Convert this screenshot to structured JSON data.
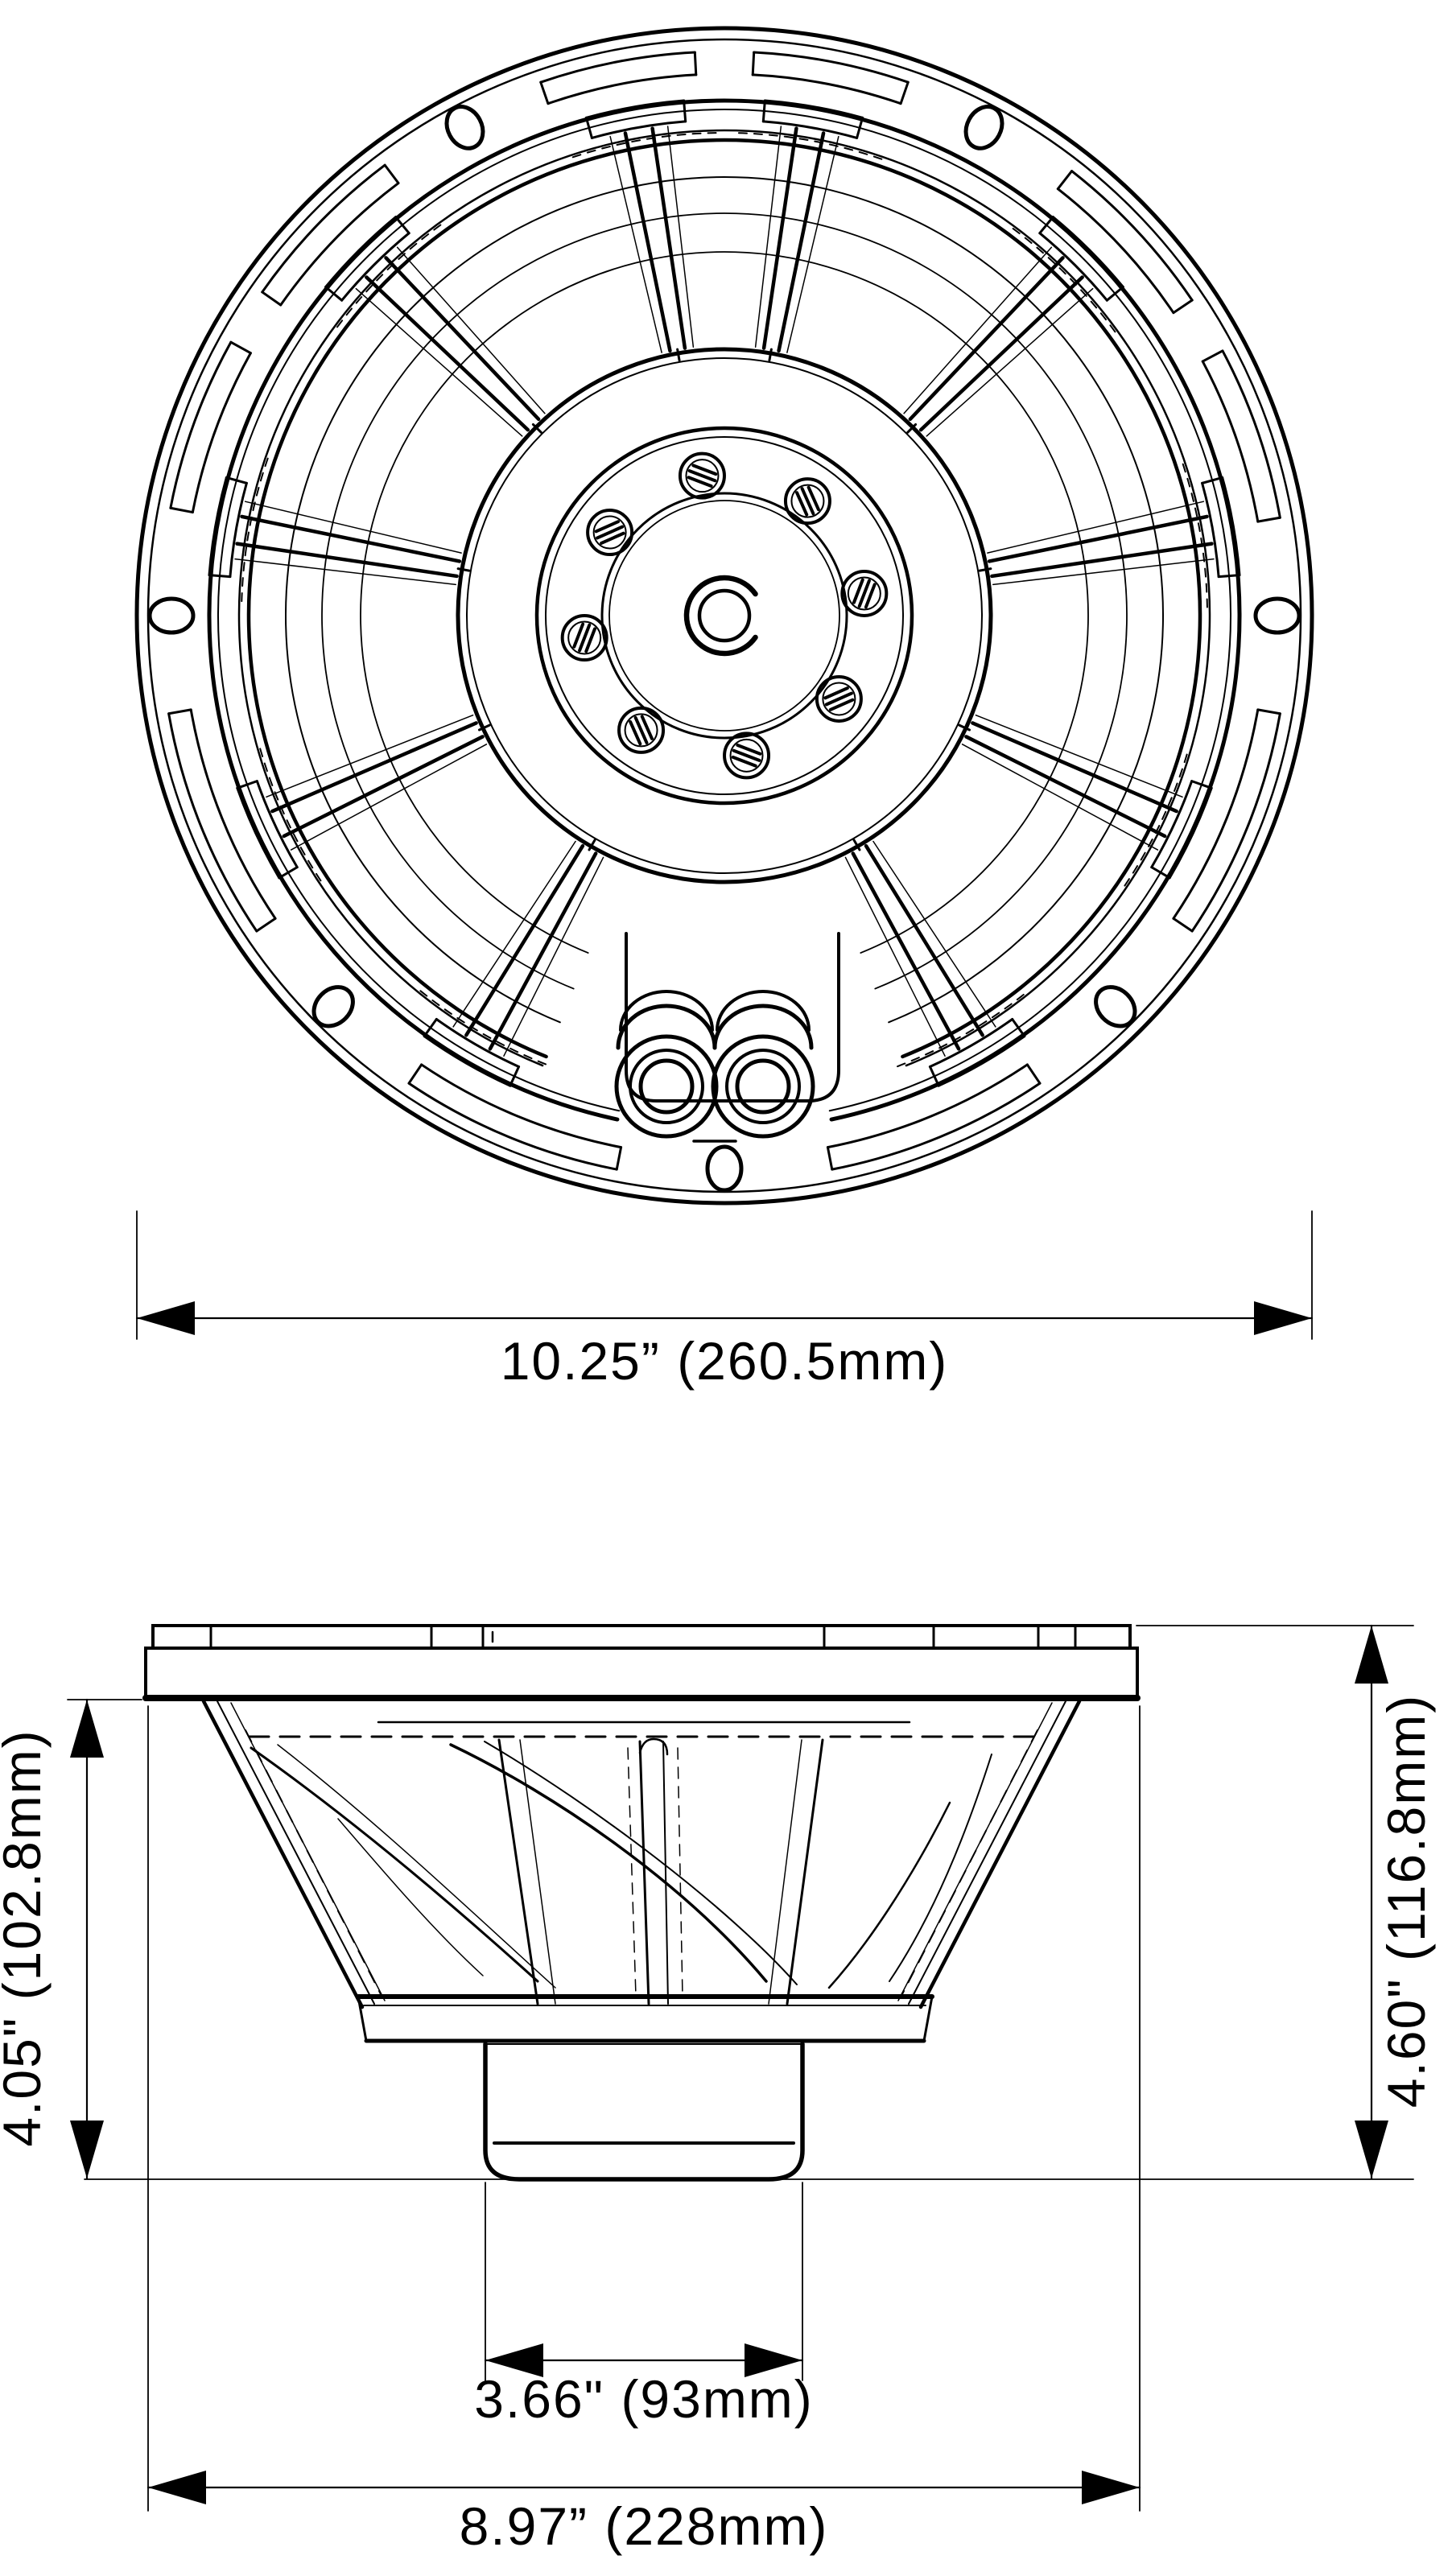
{
  "drawing": {
    "kind": "technical-drawing",
    "subject": "loudspeaker driver outline drawing, front view (top) and side profile view (bottom)",
    "colors": {
      "line": "#000000",
      "background": "#ffffff"
    },
    "dimensions": {
      "front_outer_diameter": {
        "label": "10.25” (260.5mm)",
        "value_in": 10.25,
        "value_mm": 260.5,
        "measures": "overall flange diameter, front view"
      },
      "mounting_depth": {
        "label": "4.05\" (102.8mm)",
        "value_in": 4.05,
        "value_mm": 102.8,
        "measures": "depth below mounting flange, side view left"
      },
      "overall_depth": {
        "label": "4.60\" (116.8mm)",
        "value_in": 4.6,
        "value_mm": 116.8,
        "measures": "overall depth including gasket, side view right"
      },
      "magnet_diameter": {
        "label": "3.66\" (93mm)",
        "value_in": 3.66,
        "value_mm": 93,
        "measures": "magnet pot width, side view"
      },
      "basket_diameter": {
        "label": "8.97” (228mm)",
        "value_in": 8.97,
        "value_mm": 228,
        "measures": "basket / cutout width, side view"
      }
    }
  }
}
